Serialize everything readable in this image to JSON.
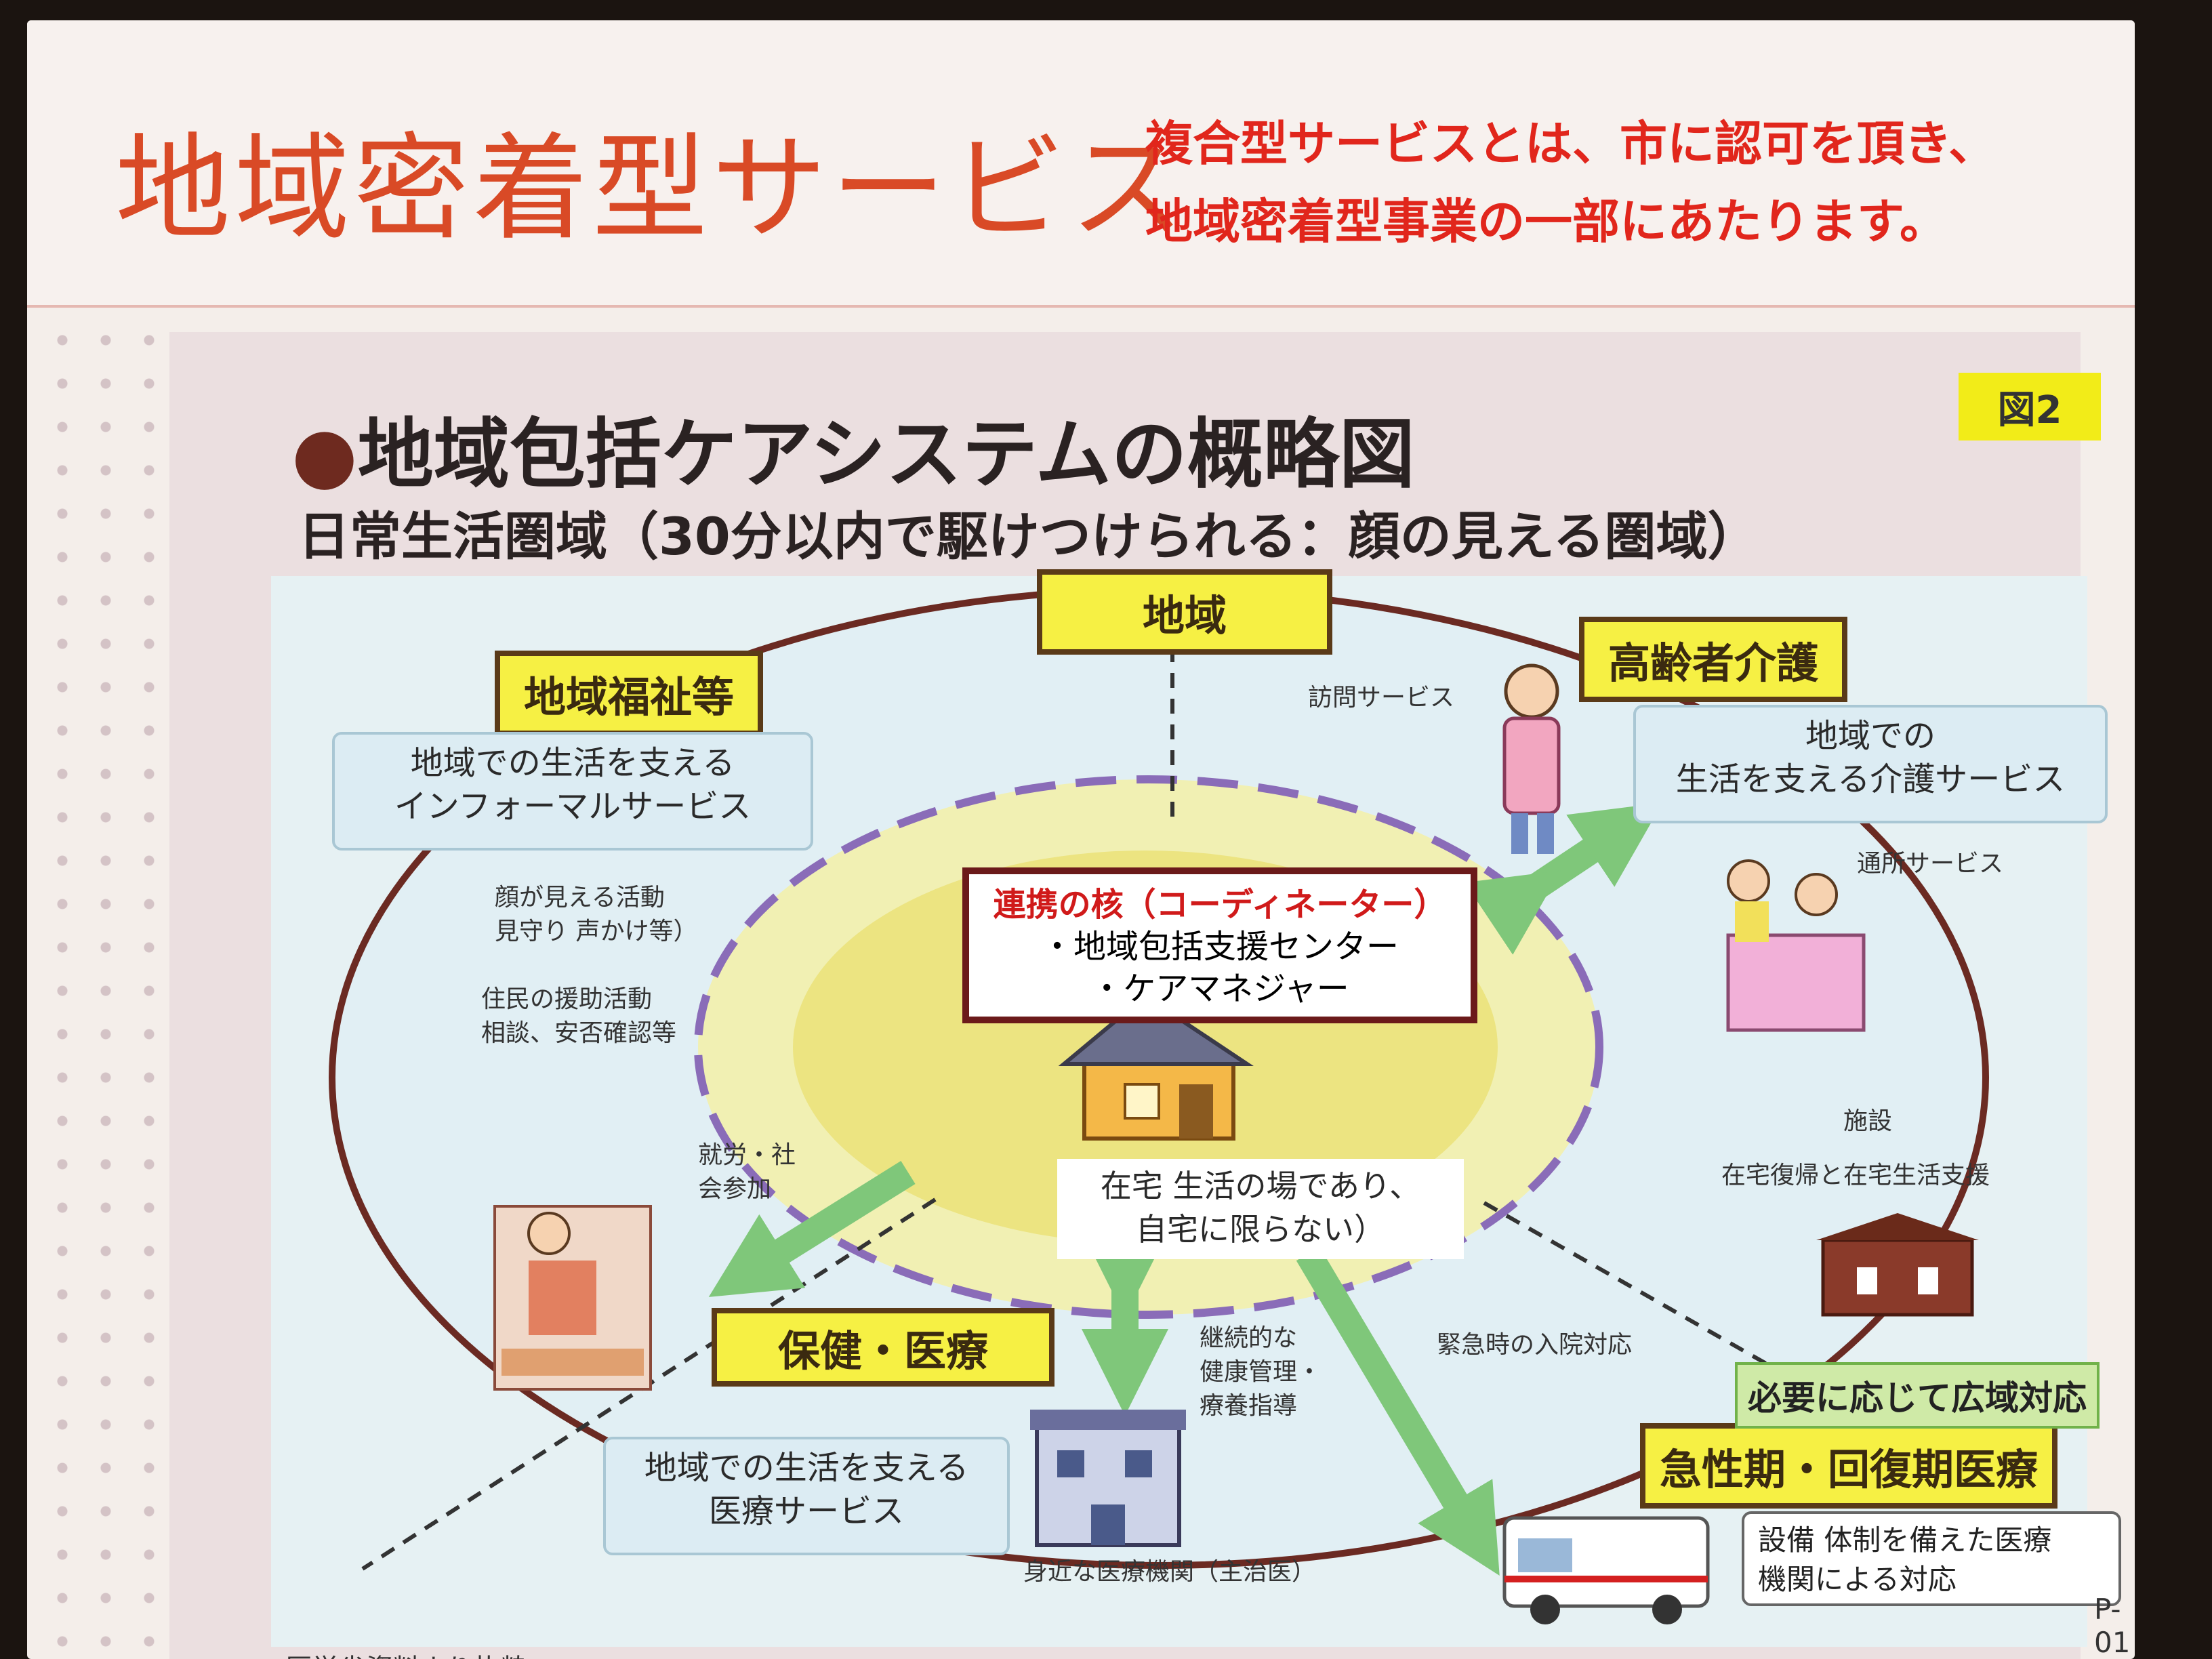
{
  "slide": {
    "title": "地域密着型サービス",
    "subtitle_lines": [
      "複合型サービスとは、市に認可を頂き、",
      "地域密着型事業の一部にあたります。"
    ],
    "page_number": "P-01"
  },
  "panel": {
    "title": "地域包括ケアシステムの概略図",
    "subtitle": "日常生活圏域（30分以内で駆けつけられる：顔の見える圏域）",
    "figure_badge": "図2",
    "source": "厚労省資料より抜粋"
  },
  "diagram": {
    "region_label": "地域",
    "welfare": {
      "label": "地域福祉等",
      "service_lines": [
        "地域での生活を支える",
        "インフォーマルサービス"
      ],
      "activities_1": [
        "顔が見える活動",
        "見守り 声かけ等）"
      ],
      "activities_2": [
        "住民の援助活動",
        "相談、安否確認等"
      ],
      "participation": [
        "就労・社",
        "会参加"
      ]
    },
    "elderly_care": {
      "label": "高齢者介護",
      "service_lines": [
        "地域での",
        "生活を支える介護サービス"
      ],
      "visit": "訪問サービス",
      "daycare": "通所サービス",
      "facility": "施設",
      "facility_sub": "在宅復帰と在宅生活支援"
    },
    "hub": {
      "title": "連携の核（コーディネーター）",
      "items": [
        "・地域包括支援センター",
        "・ケアマネジャー"
      ]
    },
    "home": [
      "在宅 生活の場であり、",
      "自宅に限らない）"
    ],
    "health": {
      "label": "保健・医療",
      "service_lines": [
        "地域での生活を支える",
        "医療サービス"
      ],
      "continuous": [
        "継続的な",
        "健康管理・",
        "療養指導"
      ],
      "clinic": "身近な医療機関（主治医）"
    },
    "emergency": "緊急時の入院対応",
    "wide_area": "必要に応じて広域対応",
    "acute": {
      "label": "急性期・回復期医療",
      "service_lines": [
        "設備 体制を備えた医療",
        "機関による対応"
      ]
    }
  }
}
